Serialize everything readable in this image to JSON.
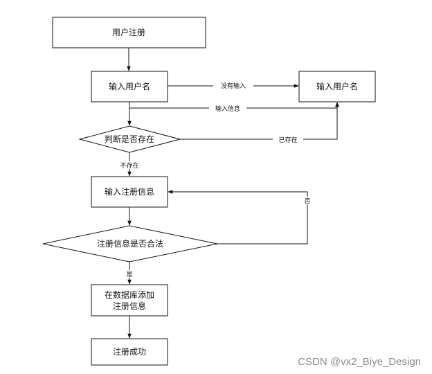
{
  "nodes": {
    "register": "用户注册",
    "input_username": "输入用户名",
    "input_username_right": "输入用户名",
    "check_exists": "判断是否存在",
    "input_info": "输入注册信息",
    "check_valid": "注册信息是否合法",
    "add_db_line1": "在数据库添加",
    "add_db_line2": "注册信息",
    "success": "注册成功"
  },
  "edges": {
    "no_input": "没有输入",
    "input_info": "输入信息",
    "exists": "已存在",
    "not_exists": "不存在",
    "no": "否",
    "yes": "是"
  },
  "watermark": "CSDN @vx2_Biye_Design"
}
